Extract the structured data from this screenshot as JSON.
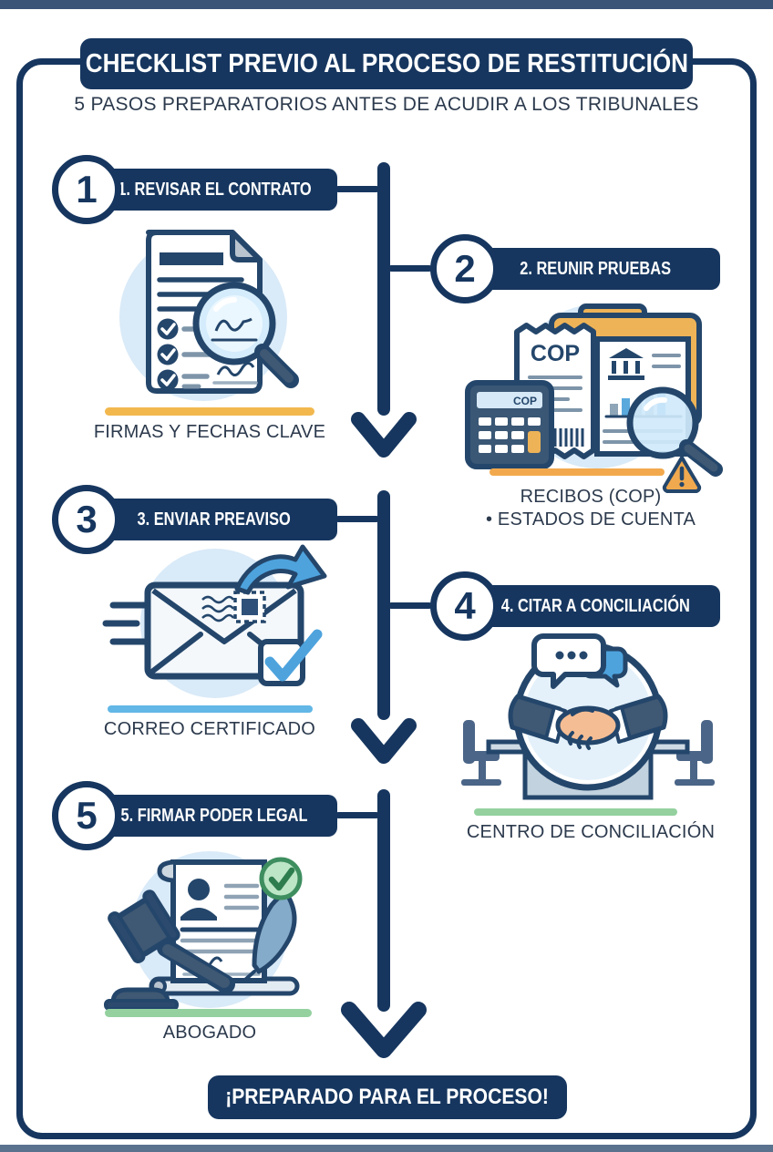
{
  "poster": {
    "title": "CHECKLIST PREVIO AL PROCESO DE RESTITUCIÓN",
    "subtitle": "5 PASOS PREPARATORIOS ANTES DE ACUDIR A LOS TRIBUNALES",
    "banner": "¡PREPARADO PARA EL PROCESO!"
  },
  "colors": {
    "navy": "#16365f",
    "icon_outline": "#24466b",
    "light_blue_bg": "#d9eaf8",
    "yellow_bar": "#f2b84e",
    "orange_bar": "#f2a94d",
    "blue_bar": "#62b7e6",
    "green_bar": "#94d19f",
    "folder_orange": "#eeb357",
    "arrow_blue": "#4ea3dd",
    "check_green": "#3e8e5f",
    "skin": "#f5bd93"
  },
  "steps": [
    {
      "number": "1",
      "label": "1. REVISAR EL CONTRATO",
      "caption": "FIRMAS Y FECHAS CLAVE",
      "icon": "contract-magnifier-icon",
      "underline": "#f2b84e"
    },
    {
      "number": "2",
      "label": "2. REUNIR PRUEBAS",
      "caption": "RECIBOS (COP)",
      "caption2": "• ESTADOS DE CUENTA",
      "icon": "receipts-evidence-icon",
      "underline": "#f2a94d",
      "receipt_text": "COP",
      "calc_text": "COP"
    },
    {
      "number": "3",
      "label": "3. ENVIAR PREAVISO",
      "caption": "CORREO CERTIFICADO",
      "icon": "certified-mail-icon",
      "underline": "#62b7e6"
    },
    {
      "number": "4",
      "label": "4. CITAR A CONCILIACIÓN",
      "caption": "CENTRO DE CONCILIACIÓN",
      "icon": "handshake-conciliation-icon",
      "underline": "#94d19f"
    },
    {
      "number": "5",
      "label": "5. FIRMAR PODER LEGAL",
      "caption": "ABOGADO",
      "icon": "gavel-power-of-attorney-icon",
      "underline": "#94d19f"
    }
  ]
}
